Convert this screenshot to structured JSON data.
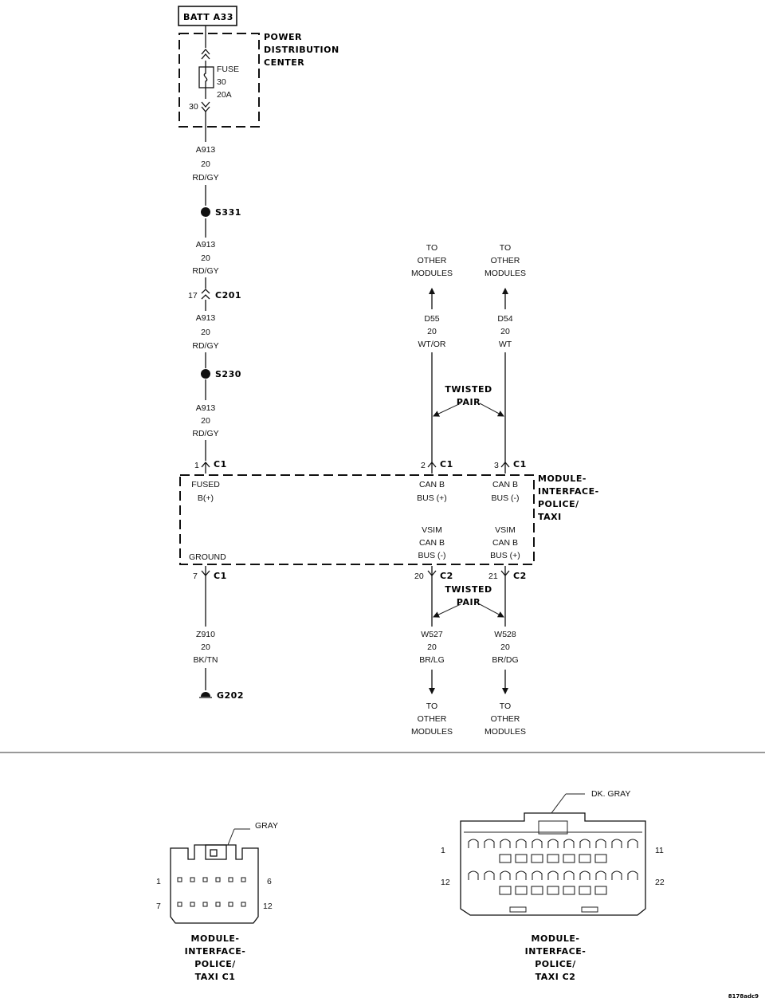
{
  "source": {
    "batt": "BATT A33",
    "pdc_label": [
      "POWER",
      "DISTRIBUTION",
      "CENTER"
    ],
    "fuse": [
      "FUSE",
      "30",
      "20A"
    ],
    "fuse_pin": "30"
  },
  "wires": {
    "a913_1": [
      "A913",
      "20",
      "RD/GY"
    ],
    "a913_2": [
      "A913",
      "20",
      "RD/GY"
    ],
    "a913_3": [
      "A913",
      "20",
      "RD/GY"
    ],
    "a913_4": [
      "A913",
      "20",
      "RD/GY"
    ],
    "d55": [
      "D55",
      "20",
      "WT/OR"
    ],
    "d54": [
      "D54",
      "20",
      "WT"
    ],
    "z910": [
      "Z910",
      "20",
      "BK/TN"
    ],
    "w527": [
      "W527",
      "20",
      "BR/LG"
    ],
    "w528": [
      "W528",
      "20",
      "BR/DG"
    ]
  },
  "splices": {
    "s331": "S331",
    "s230": "S230"
  },
  "ground": "G202",
  "connectors": {
    "c201": {
      "pin": "17",
      "name": "C201"
    },
    "c1_pin1": {
      "pin": "1",
      "name": "C1"
    },
    "c1_pin2": {
      "pin": "2",
      "name": "C1"
    },
    "c1_pin3": {
      "pin": "3",
      "name": "C1"
    },
    "c1_pin7": {
      "pin": "7",
      "name": "C1"
    },
    "c2_pin20": {
      "pin": "20",
      "name": "C2"
    },
    "c2_pin21": {
      "pin": "21",
      "name": "C2"
    }
  },
  "to_other": [
    "TO",
    "OTHER",
    "MODULES"
  ],
  "twisted_pair": [
    "TWISTED",
    "PAIR"
  ],
  "module": {
    "title": [
      "MODULE-",
      "INTERFACE-",
      "POLICE/",
      "TAXI"
    ],
    "fused": [
      "FUSED",
      "B(+)"
    ],
    "can_b_plus": [
      "CAN B",
      "BUS (+)"
    ],
    "can_b_minus": [
      "CAN B",
      "BUS (-)"
    ],
    "vsim_minus": [
      "VSIM",
      "CAN B",
      "BUS (-)"
    ],
    "vsim_plus": [
      "VSIM",
      "CAN B",
      "BUS (+)"
    ],
    "ground": "GROUND"
  },
  "c1_view": {
    "color": "GRAY",
    "pins": [
      "1",
      "6",
      "7",
      "12"
    ],
    "caption": [
      "MODULE-",
      "INTERFACE-",
      "POLICE/",
      "TAXI C1"
    ]
  },
  "c2_view": {
    "color": "DK. GRAY",
    "pins": [
      "1",
      "11",
      "12",
      "22"
    ],
    "caption": [
      "MODULE-",
      "INTERFACE-",
      "POLICE/",
      "TAXI C2"
    ]
  },
  "figure_id": "8178adc9"
}
